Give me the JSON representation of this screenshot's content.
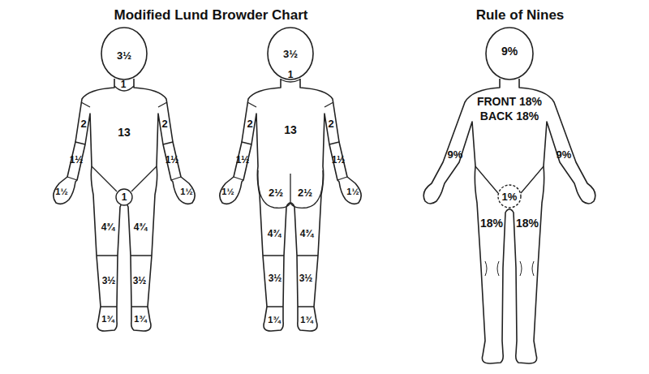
{
  "diagram": {
    "nodes": [
      {
        "text": [
          "1"
        ]
      },
      {
        "text": [
          "1%"
        ]
      }
    ],
    "labels": [
      "Modified Lund Browder Chart",
      "Rule of Nines",
      "3½",
      "1",
      "2",
      "13",
      "2",
      "1½",
      "1½",
      "1½",
      "1½",
      "4¾",
      "4¾",
      "3½",
      "3½",
      "1¾",
      "1¾",
      "3½",
      "1",
      "2",
      "13",
      "2",
      "1½",
      "1½",
      "1½",
      "1½",
      "2½",
      "2½",
      "4¾",
      "4¾",
      "3½",
      "3½",
      "1¾",
      "1¾",
      "9%",
      "FRONT 18%",
      "BACK 18%",
      "9%",
      "9%",
      "18%",
      "18%"
    ]
  }
}
